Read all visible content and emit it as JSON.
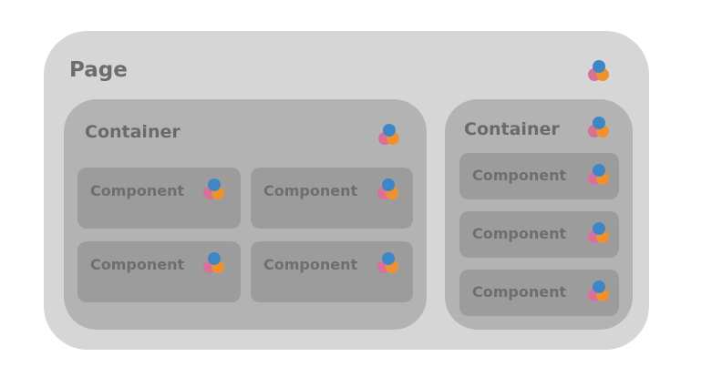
{
  "page": {
    "label": "Page"
  },
  "containers": [
    {
      "label": "Container",
      "components": [
        {
          "label": "Component"
        },
        {
          "label": "Component"
        },
        {
          "label": "Component"
        },
        {
          "label": "Component"
        }
      ]
    },
    {
      "label": "Container",
      "components": [
        {
          "label": "Component"
        },
        {
          "label": "Component"
        },
        {
          "label": "Component"
        }
      ]
    }
  ],
  "icon": {
    "name": "color-blend-icon",
    "colors": {
      "pink": "#d9709a",
      "orange": "#ef922e",
      "blue": "#3f86c7"
    }
  },
  "colors": {
    "page_background": "#d6d6d6",
    "container_background": "#b3b3b3",
    "component_background": "#9c9c9c",
    "text": "#6d6d6d"
  }
}
